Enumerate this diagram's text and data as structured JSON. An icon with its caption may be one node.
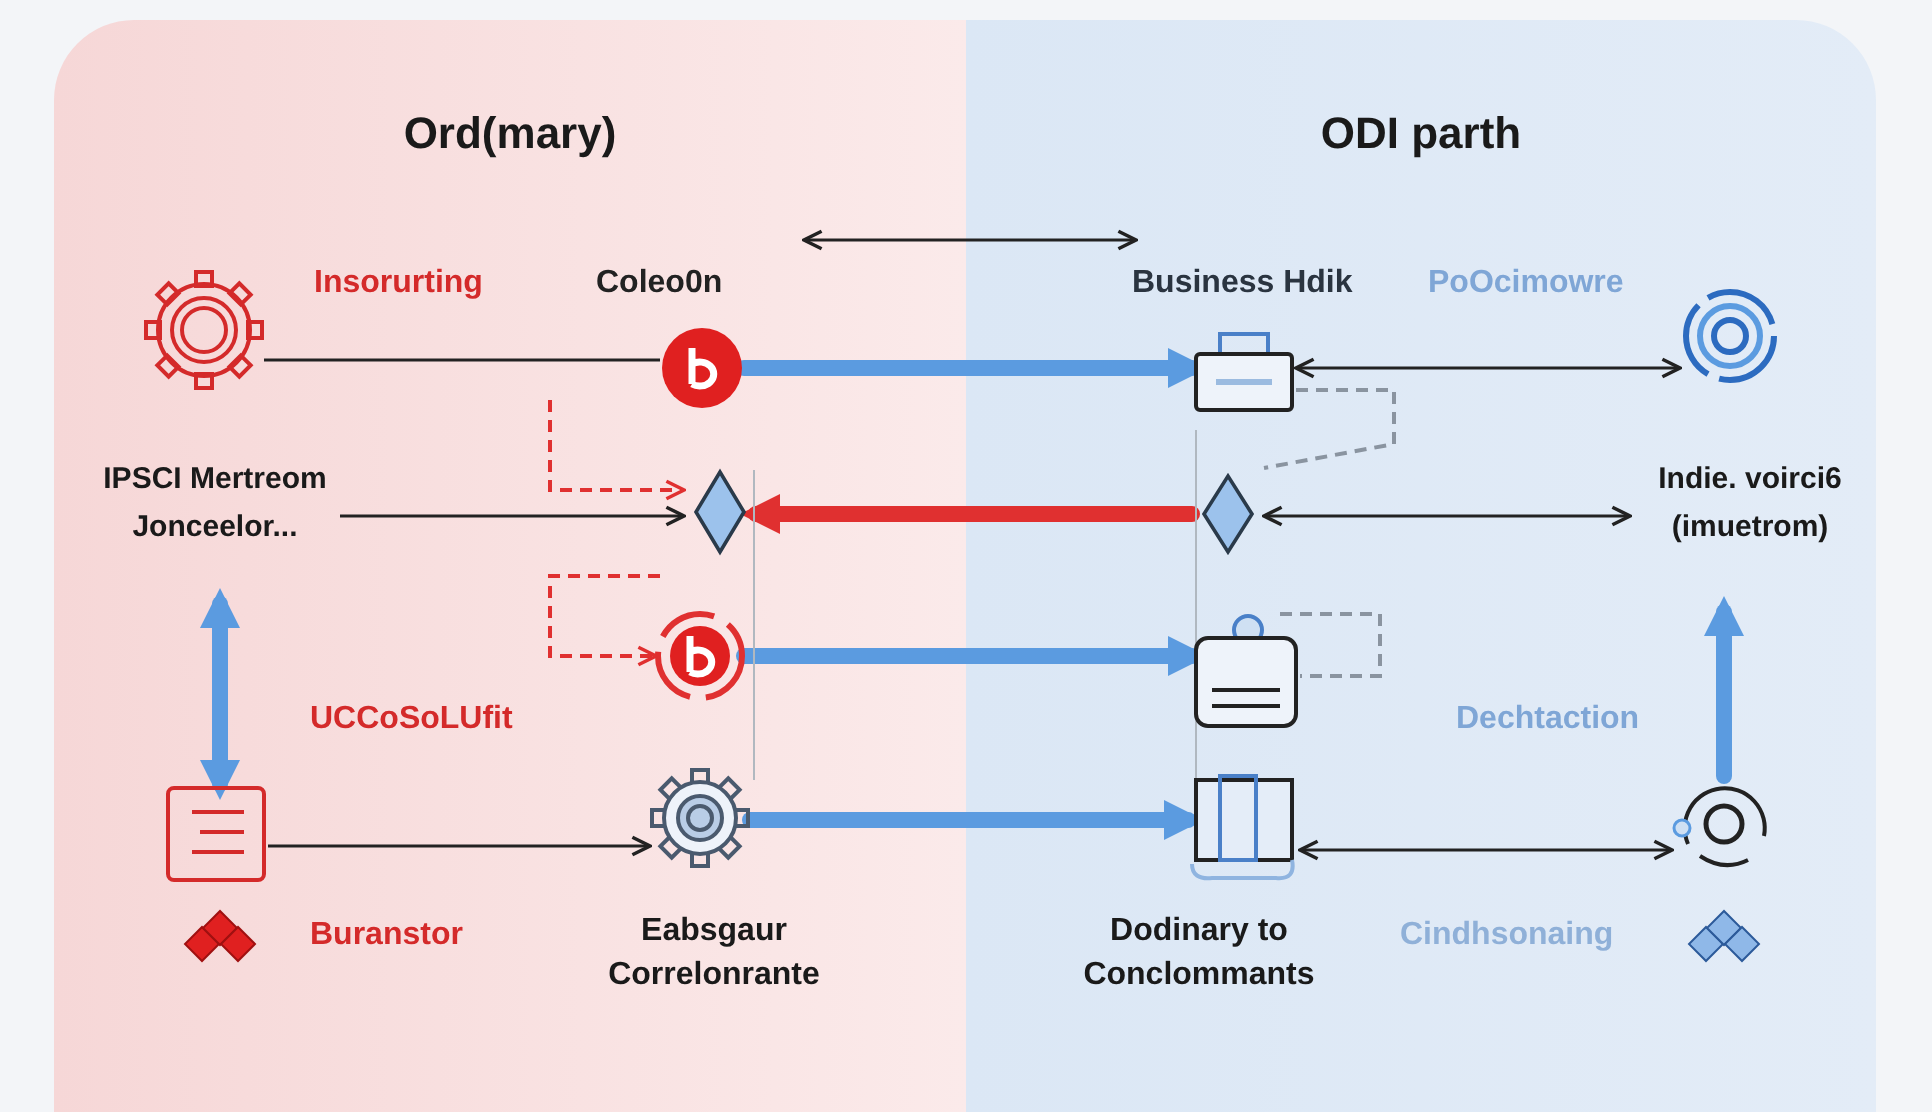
{
  "diagram": {
    "nodes": [
      {
        "text": [
          "Ord(mary)"
        ]
      },
      {
        "text": [
          "ODI parth"
        ]
      },
      {
        "text": [],
        "shape": "picture",
        "in": 0
      },
      {
        "text": [],
        "shape": "picture",
        "in": 0
      },
      {
        "text": [],
        "shape": "picture",
        "in": 0
      },
      {
        "text": [],
        "shape": "picture",
        "in": 0
      },
      {
        "text": [],
        "shape": "picture",
        "in": 0
      },
      {
        "text": [],
        "shape": "picture",
        "in": 0
      },
      {
        "text": [],
        "shape": "picture",
        "in": 1
      },
      {
        "text": [],
        "shape": "picture",
        "in": 1
      },
      {
        "text": [],
        "shape": "picture",
        "in": 1
      },
      {
        "text": [],
        "shape": "picture",
        "in": 1
      },
      {
        "text": [],
        "shape": "picture",
        "in": 1
      },
      {
        "text": [],
        "shape": "picture",
        "in": 1
      },
      {
        "text": [
          "IPSCI Mertreom Jonceelor..."
        ],
        "in": 0
      },
      {
        "text": [
          "Indie. voirci6 (imuetrom)"
        ],
        "in": 1
      }
    ],
    "edges": [
      {
        "from": 2,
        "to": 3,
        "arrow": "none"
      },
      {
        "from": null,
        "to": 4,
        "arrow": "to",
        "style": "dashed",
        "color": "#e03030"
      },
      {
        "from": null,
        "to": 5,
        "arrow": "to",
        "style": "dashed",
        "color": "#e03030"
      },
      {
        "from": 14,
        "to": 4,
        "arrow": "to"
      },
      {
        "from": 6,
        "to": 7,
        "arrow": "to"
      },
      {
        "from": 3,
        "to": 8,
        "arrow": "to",
        "style": "thick",
        "color": "#5b9be0"
      },
      {
        "from": 9,
        "to": 4,
        "arrow": "to",
        "style": "thick",
        "color": "#e03030"
      },
      {
        "from": 5,
        "to": 10,
        "arrow": "to",
        "style": "thick",
        "color": "#5b9be0"
      },
      {
        "from": 7,
        "to": 11,
        "arrow": "to",
        "style": "thick",
        "color": "#5b9be0"
      },
      {
        "from": 8,
        "to": 12,
        "arrow": "both"
      },
      {
        "from": 8,
        "to": 9,
        "arrow": "none",
        "style": "dashed",
        "color": "#8a94a0"
      },
      {
        "from": 9,
        "to": 15,
        "arrow": "both"
      },
      {
        "from": null,
        "to": 10,
        "arrow": "none",
        "style": "dashed",
        "color": "#8a94a0"
      },
      {
        "from": 11,
        "to": 13,
        "arrow": "both"
      },
      {
        "from": 13,
        "to": 15,
        "arrow": "to",
        "style": "thick",
        "color": "#5b9be0"
      },
      {
        "from": 6,
        "to": 14,
        "arrow": "both",
        "style": "thick",
        "color": "#5b9be0"
      }
    ],
    "labels": [
      "Insorurting",
      "Coleo0n",
      "Business Hdik",
      "PoOcimowre",
      "UCCoSoLUfit",
      "Buranstor",
      "Eabsgaur Correlonrante",
      "Dechtaction",
      "Dodinary to Conclommants",
      "Cindhsonaing"
    ]
  }
}
